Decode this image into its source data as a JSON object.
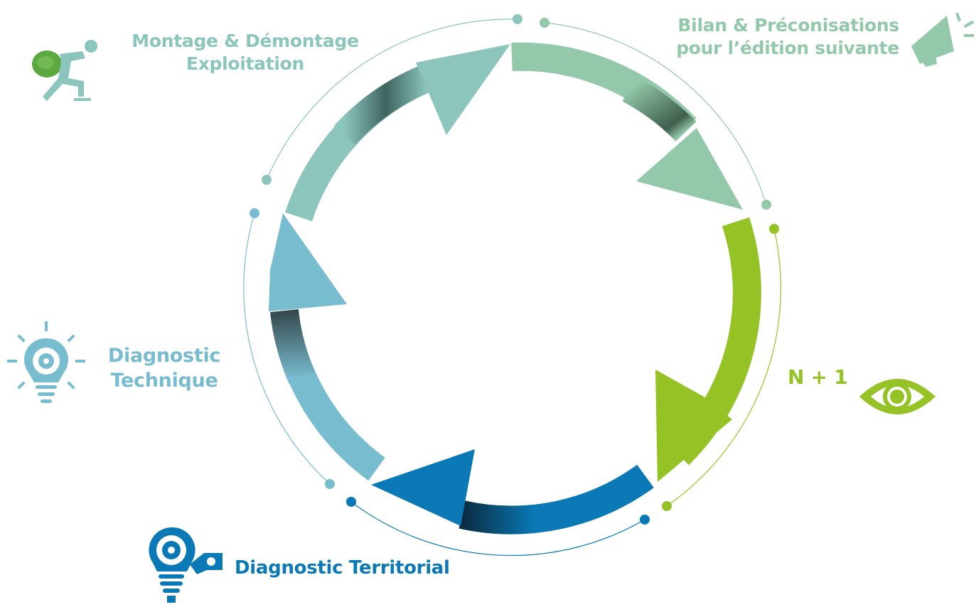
{
  "diagram": {
    "stages": [
      {
        "id": "montage",
        "lines": [
          "Montage & Démontage",
          "Exploitation"
        ],
        "color": "#8bc5bc",
        "icon": "person-carrying-bag-icon"
      },
      {
        "id": "bilan",
        "lines": [
          "Bilan & Préconisations",
          "pour l’édition suivante"
        ],
        "color": "#93c9aa",
        "icon": "megaphone-icon"
      },
      {
        "id": "n-plus-1",
        "lines": [
          "N + 1"
        ],
        "color": "#95c225",
        "icon": "eye-icon"
      },
      {
        "id": "diag-territorial",
        "lines": [
          "Diagnostic Territorial"
        ],
        "color": "#0a79b6",
        "icon": "lightbulb-gear-hand-icon"
      },
      {
        "id": "diag-technique",
        "lines": [
          "Diagnostic",
          "Technique"
        ],
        "color": "#78bccf",
        "icon": "lightbulb-gear-icon"
      }
    ]
  }
}
